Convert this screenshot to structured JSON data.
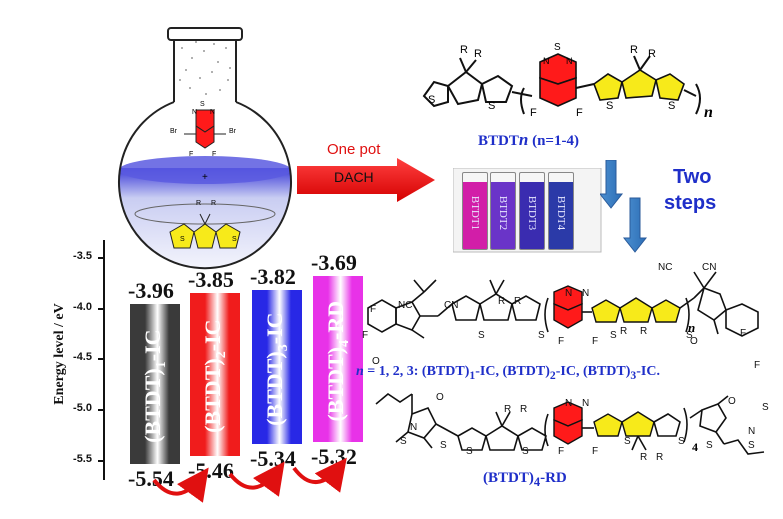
{
  "flask": {
    "br_left": "Br",
    "br_right": "Br",
    "f_left": "F",
    "f_right": "F",
    "n_left": "N",
    "n_right": "N",
    "s_top": "S",
    "plus": "+",
    "r_left": "R",
    "r_right": "R",
    "s_left": "S",
    "s_right": "S"
  },
  "reaction": {
    "line1": "One pot",
    "line2": "DACH"
  },
  "polymer": {
    "label": "BTDT",
    "label_sub": "n",
    "label_rest": " (n=1-4)",
    "subscript": "n",
    "r1": "R",
    "r2": "R",
    "r3": "R",
    "r4": "R",
    "s_atoms": [
      "S",
      "S",
      "S",
      "S",
      "S"
    ],
    "n_atoms": [
      "N",
      "N"
    ],
    "f_atoms": [
      "F",
      "F"
    ]
  },
  "vials": {
    "labels": [
      "BTDT1",
      "BTDT2",
      "BTDT3",
      "BTDT4"
    ],
    "colors": [
      "#d21ea8",
      "#6a34c8",
      "#3a2cb0",
      "#2b3aa8"
    ]
  },
  "two_steps": {
    "line1": "Two",
    "line2": "steps"
  },
  "energy_chart": {
    "ylabel": "Energy level / eV",
    "ticks": [
      "-3.5",
      "-4.0",
      "-4.5",
      "-5.0",
      "-5.5"
    ],
    "bars": [
      {
        "name": "(BTDT)",
        "sub": "1",
        "tail": "-IC",
        "lumo": "-3.96",
        "homo": "-5.54",
        "color": "#3a3a3a"
      },
      {
        "name": "(BTDT)",
        "sub": "2",
        "tail": "-IC",
        "lumo": "-3.85",
        "homo": "-5.46",
        "color": "#f01c1c"
      },
      {
        "name": "(BTDT)",
        "sub": "3",
        "tail": "-IC",
        "lumo": "-3.82",
        "homo": "-5.34",
        "color": "#2828e6"
      },
      {
        "name": "(BTDT)",
        "sub": "4",
        "tail": "-RD",
        "lumo": "-3.69",
        "homo": "-5.32",
        "color": "#e832e8"
      }
    ]
  },
  "ic_molecule": {
    "atoms": [
      "F",
      "F",
      "NC",
      "CN",
      "NC",
      "CN",
      "R",
      "R",
      "R",
      "R",
      "S",
      "S",
      "S",
      "S",
      "N",
      "N",
      "F",
      "F",
      "O",
      "O",
      "F",
      "F"
    ],
    "subscript": "n",
    "caption_n": "n",
    "caption_rest": " = 1, 2, 3: (BTDT)",
    "caption_parts": [
      "1",
      "-IC, (BTDT)",
      "2",
      "-IC, (BTDT)",
      "3",
      "-IC."
    ]
  },
  "rd_molecule": {
    "atoms": [
      "O",
      "N",
      "S",
      "S",
      "R",
      "R",
      "R",
      "R",
      "S",
      "S",
      "S",
      "S",
      "N",
      "N",
      "F",
      "F",
      "S",
      "S",
      "O",
      "N",
      "S"
    ],
    "repeat": "4",
    "label": "(BTDT)",
    "label_sub": "4",
    "label_tail": "-RD"
  }
}
